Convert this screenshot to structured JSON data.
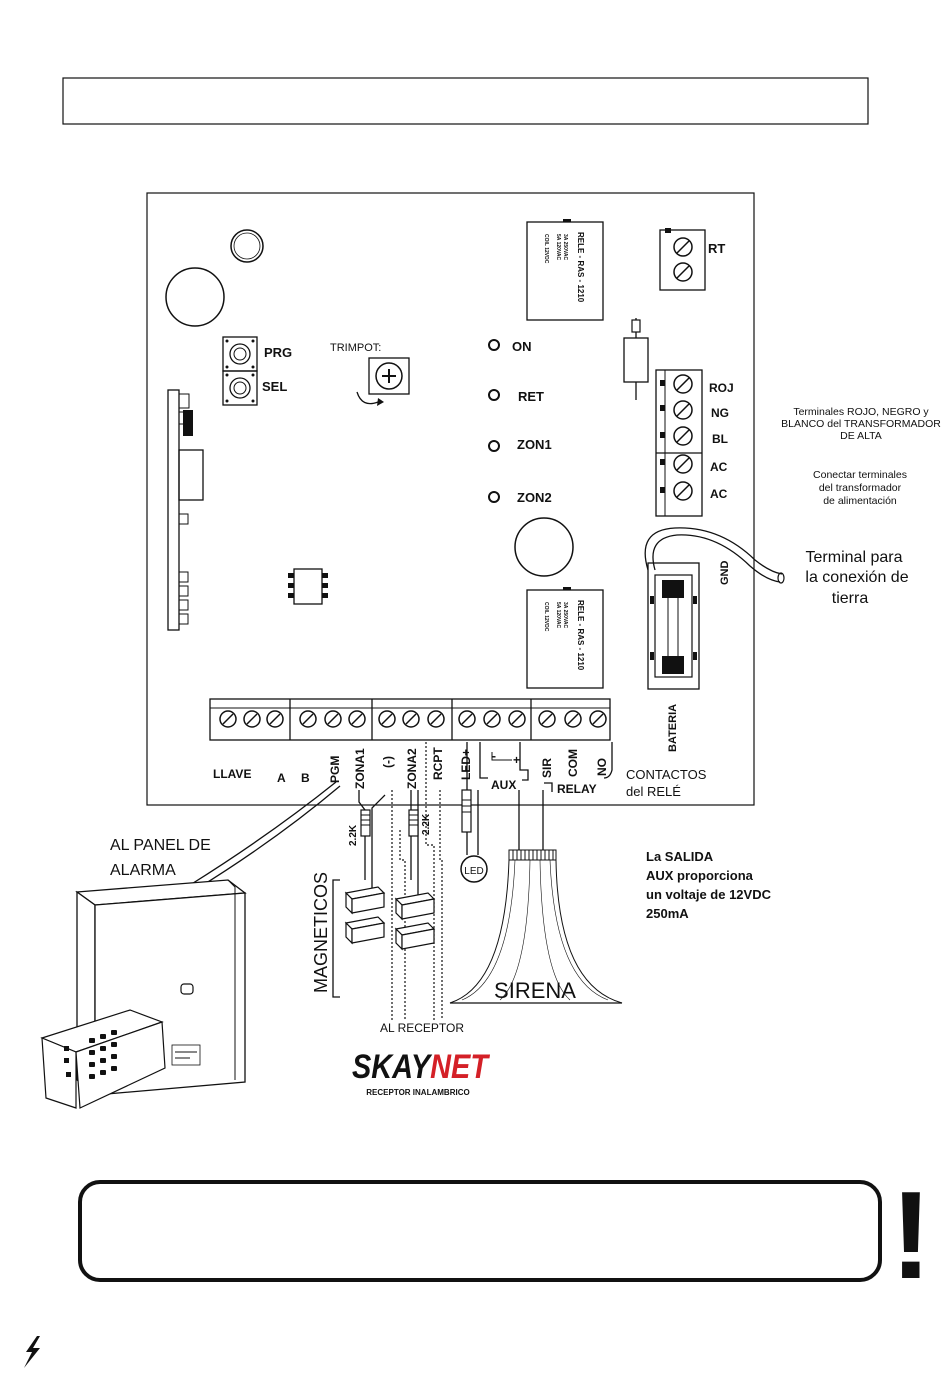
{
  "header_box": {
    "text": ""
  },
  "board": {
    "buttons": {
      "prg": "PRG",
      "sel": "SEL"
    },
    "trimpot": "TRIMPOT:",
    "leds": [
      {
        "label": "ON"
      },
      {
        "label": "RET"
      },
      {
        "label": "ZON1"
      },
      {
        "label": "ZON2"
      }
    ],
    "relays": [
      {
        "title": "RELE - RAS - 1210",
        "specs": [
          "3A 250VAC",
          "5A 120VAC",
          "COIL 12VDC"
        ]
      },
      {
        "title": "RELE - RAS - 1210",
        "specs": [
          "3A 250VAC",
          "5A 120VAC",
          "COIL 12VDC"
        ]
      }
    ],
    "right_terminals": {
      "rt": "RT",
      "rows": [
        "ROJ",
        "NG",
        "BL",
        "AC",
        "AC"
      ]
    },
    "gnd": "GND",
    "bateria": "BATERIA",
    "bottom_labels": {
      "llave": "LLAVE",
      "a": "A",
      "b": "B",
      "pgm": "PGM",
      "zona1": "ZONA1",
      "neg": "(-)",
      "zona2": "ZONA2",
      "rcpt": "RCPT",
      "led_plus": "LED+",
      "aux": "AUX",
      "sir": "SIR",
      "com": "COM",
      "no": "NO",
      "relay": "RELAY",
      "minus": "-",
      "plus": "+"
    }
  },
  "notes": {
    "transformer": [
      "Terminales ROJO, NEGRO y",
      "BLANCO del TRANSFORMADOR",
      "DE ALTA"
    ],
    "supply": [
      "Conectar terminales",
      "del transformador",
      "de alimentación"
    ],
    "ground": [
      "Terminal para",
      "la conexión de",
      "tierra"
    ],
    "contacts": [
      "CONTACTOS",
      "del RELÉ"
    ],
    "aux_output": [
      "La SALIDA",
      "AUX proporciona",
      "un voltaje de 12VDC",
      "250mA"
    ]
  },
  "external": {
    "panel": [
      "AL PANEL DE",
      "ALARMA"
    ],
    "magneticos": "MAGNETICOS",
    "resistor": "2.2K",
    "receptor": "AL RECEPTOR",
    "led": "LED",
    "sirena": "SIRENA",
    "brand": {
      "sky": "SKAY",
      "net": "NET",
      "sub": "RECEPTOR INALAMBRICO"
    }
  },
  "warning_box": {
    "text": "",
    "mark": "!"
  },
  "colors": {
    "ink": "#111111",
    "brand_red": "#d42027"
  }
}
